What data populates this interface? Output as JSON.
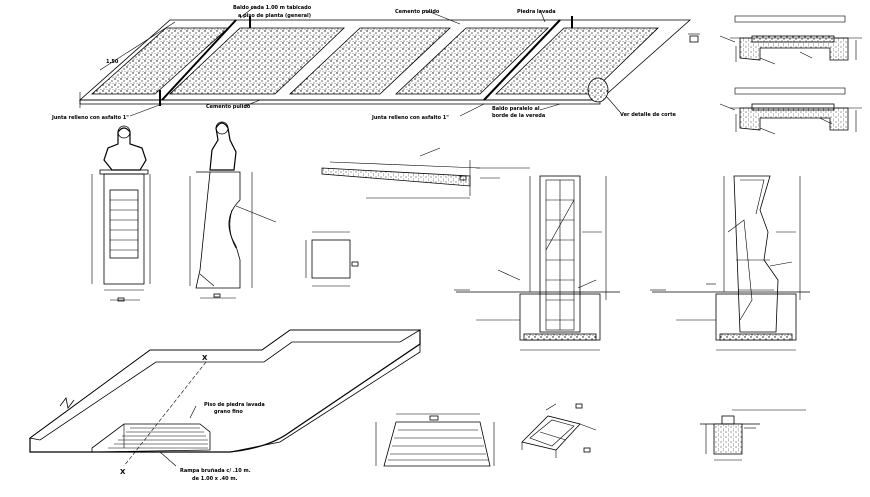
{
  "drawing": {
    "title": "",
    "labels": {
      "top_paving_note_1": "Baldo cada 1.00 m tabicado",
      "top_paving_note_2": "a piso de planta (general)",
      "cemento_pulido_top": "Cemento pulido",
      "piedra_lavada": "Piedra lavada",
      "dim_left": "1.50",
      "junta_left": "Junta relleno con asfalto 1\"",
      "cemento_pulido_bottom": "Cemento pulido",
      "junta_mid": "Junta relleno con asfalto 1\"",
      "baldo_note_1": "Baldo paralelo al",
      "baldo_note_2": "borde de la vereda",
      "ver_detalle": "Ver detalle de corte",
      "piso_piedra_1": "Piso de piedra lavada",
      "piso_piedra_2": "grano fino",
      "rampa_1": "Rampa bruñada c/ .10 m.",
      "rampa_2": "de 1.00 x .40 m.",
      "section_x_top": "X",
      "section_x_bottom": "X"
    }
  }
}
